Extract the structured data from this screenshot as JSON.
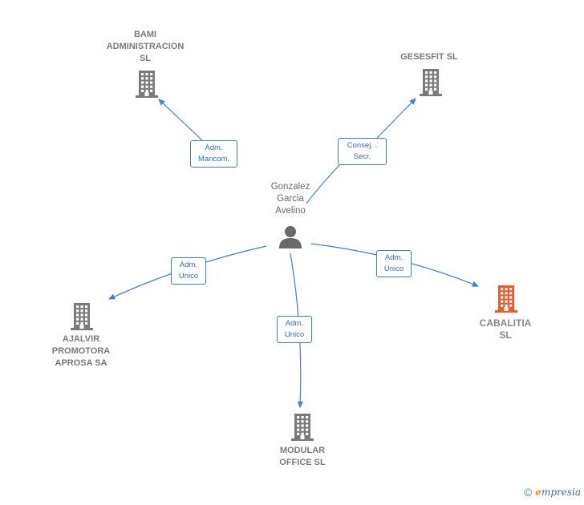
{
  "center": {
    "name": "Gonzalez\nGarcia\nAvelino",
    "icon": "person-icon"
  },
  "companies": [
    {
      "id": "bami",
      "name": "BAMI\nADMINISTRACION\nSL",
      "icon": "building-icon",
      "color": "#7a7a7a",
      "relation": "Adm.\nMancom."
    },
    {
      "id": "gesesfit",
      "name": "GESESFIT SL",
      "icon": "building-icon",
      "color": "#7a7a7a",
      "relation": "Consej. .\nSecr."
    },
    {
      "id": "ajalvir",
      "name": "AJALVIR\nPROMOTORA\nAPROSA SA",
      "icon": "building-icon",
      "color": "#7a7a7a",
      "relation": "Adm.\nUnico"
    },
    {
      "id": "modular",
      "name": "MODULAR\nOFFICE SL",
      "icon": "building-icon",
      "color": "#7a7a7a",
      "relation": "Adm.\nUnico"
    },
    {
      "id": "cabalitia",
      "name": "CABALITIA\nSL",
      "icon": "building-icon",
      "color": "#f05a28",
      "relation": "Adm.\nUnico",
      "highlighted": true
    }
  ],
  "colors": {
    "edge": "#3f7fd0",
    "icon": "#7a7a7a",
    "highlight": "#f05a28"
  },
  "footer": {
    "copyright": "©",
    "brand_initial": "e",
    "brand_rest": "mpresia"
  }
}
